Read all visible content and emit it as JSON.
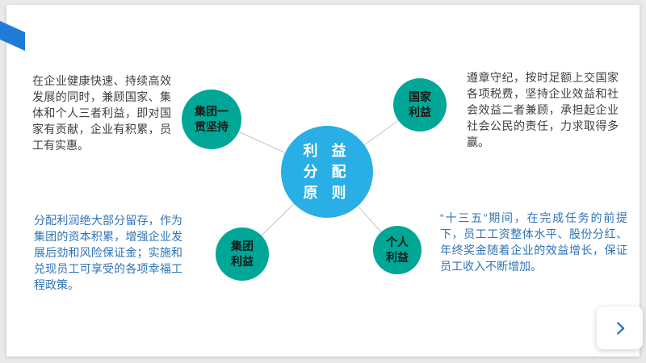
{
  "slide": {
    "center": {
      "label_lines": [
        "利 益",
        "分 配",
        "原 则"
      ]
    },
    "nodes": [
      {
        "id": "group-adherence",
        "label_lines": [
          "集团一",
          "贯坚持"
        ]
      },
      {
        "id": "national-interest",
        "label_lines": [
          "国家",
          "利益"
        ]
      },
      {
        "id": "group-interest",
        "label_lines": [
          "集团",
          "利益"
        ]
      },
      {
        "id": "personal-interest",
        "label_lines": [
          "个人",
          "利益"
        ]
      }
    ],
    "paragraphs": {
      "top_left": "在企业健康快速、持续高效发展的同时，兼顾国家、集体和个人三者利益，即对国家有贡献，企业有积累，员工有实惠。",
      "top_right": "遵章守纪，按时足额上交国家各项税费，坚持企业效益和社会效益二者兼顾，承担起企业社会公民的责任，力求取得多赢。",
      "bottom_left": "分配利润绝大部分留存，作为集团的资本积累，增强企业发展后劲和风险保证金；实施和兑现员工可享受的各项幸福工程政策。",
      "bottom_right": "“十三五”期间，在完成任务的前提下，员工工资整体水平、股份分红、年终奖金随着企业的效益增长，保证员工收入不断增加。"
    },
    "colors": {
      "center_fill": "#29aee6",
      "node_fill": "#00a796",
      "corner_accent": "#1e7bd7",
      "paragraph_dark": "#3f3f3f",
      "paragraph_blue": "#2e74b5",
      "connector": "#c4c4c4",
      "background": "#e9e9e9"
    },
    "icons": {
      "next": "chevron-right"
    }
  }
}
